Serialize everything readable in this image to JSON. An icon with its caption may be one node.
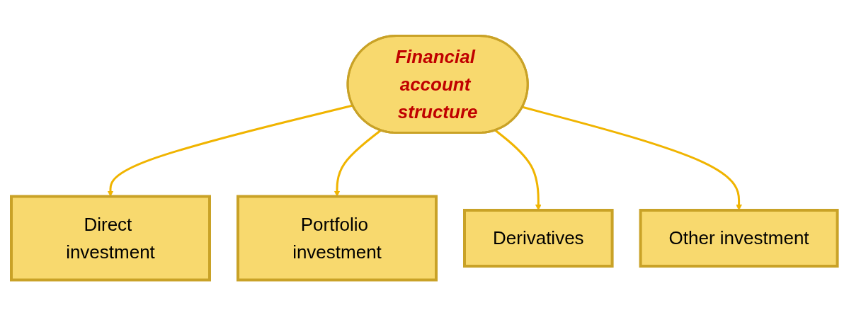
{
  "diagram": {
    "nodes": [
      {
        "text": [
          "Financial account structure"
        ]
      },
      {
        "text": [
          "Direct investment"
        ]
      },
      {
        "text": [
          "Portfolio investment"
        ]
      },
      {
        "text": [
          "Derivatives"
        ]
      },
      {
        "text": [
          "Other investment"
        ]
      }
    ],
    "edges": [
      {
        "from": 0,
        "to": 1,
        "arrow": "to"
      },
      {
        "from": 0,
        "to": 2,
        "arrow": "to"
      },
      {
        "from": 0,
        "to": 3,
        "arrow": "to"
      },
      {
        "from": 0,
        "to": 4,
        "arrow": "to"
      }
    ]
  }
}
